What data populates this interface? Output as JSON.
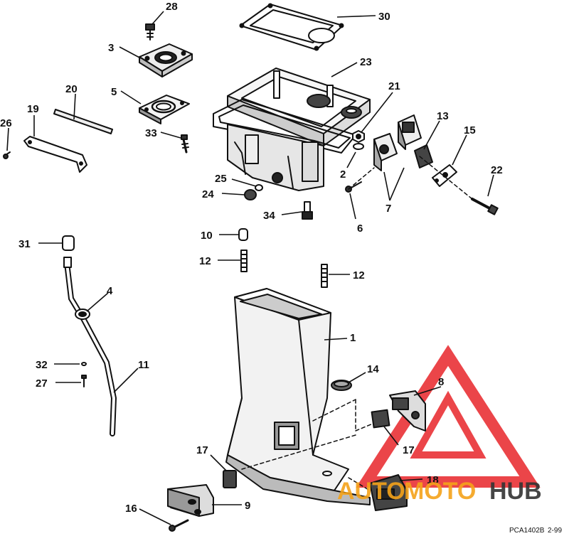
{
  "figure_code": "PCA1402B",
  "figure_rev": "2-99",
  "parts": [
    {
      "id": "p28",
      "label": "28",
      "part": "screw"
    },
    {
      "id": "p30",
      "label": "30",
      "part": "gasket"
    },
    {
      "id": "p3",
      "label": "3",
      "part": "plate"
    },
    {
      "id": "p23",
      "label": "23",
      "part": "adapter"
    },
    {
      "id": "p20",
      "label": "20",
      "part": "rod"
    },
    {
      "id": "p21",
      "label": "21",
      "part": "nut"
    },
    {
      "id": "p5",
      "label": "5",
      "part": "gasket"
    },
    {
      "id": "p19",
      "label": "19",
      "part": "bracket"
    },
    {
      "id": "p26",
      "label": "26",
      "part": "screw"
    },
    {
      "id": "p13",
      "label": "13",
      "part": "mount"
    },
    {
      "id": "p15",
      "label": "15",
      "part": "plate"
    },
    {
      "id": "p33",
      "label": "33",
      "part": "screw"
    },
    {
      "id": "p2",
      "label": "2",
      "part": "washer"
    },
    {
      "id": "p22",
      "label": "22",
      "part": "bolt"
    },
    {
      "id": "p25",
      "label": "25",
      "part": "plug"
    },
    {
      "id": "p24",
      "label": "24",
      "part": "plug"
    },
    {
      "id": "p7",
      "label": "7",
      "part": "mount"
    },
    {
      "id": "p34",
      "label": "34",
      "part": "fitting"
    },
    {
      "id": "p6",
      "label": "6",
      "part": "screw"
    },
    {
      "id": "p10",
      "label": "10",
      "part": "dowel"
    },
    {
      "id": "p12a",
      "label": "12",
      "part": "stud"
    },
    {
      "id": "p12b",
      "label": "12",
      "part": "stud"
    },
    {
      "id": "p31",
      "label": "31",
      "part": "cap"
    },
    {
      "id": "p4",
      "label": "4",
      "part": "grommet"
    },
    {
      "id": "p1",
      "label": "1",
      "part": "exhaust-housing"
    },
    {
      "id": "p32",
      "label": "32",
      "part": "o-ring"
    },
    {
      "id": "p11",
      "label": "11",
      "part": "water-tube"
    },
    {
      "id": "p14",
      "label": "14",
      "part": "grommet"
    },
    {
      "id": "p27",
      "label": "27",
      "part": "screw"
    },
    {
      "id": "p8",
      "label": "8",
      "part": "mount"
    },
    {
      "id": "p17a",
      "label": "17",
      "part": "mount-insert"
    },
    {
      "id": "p17b",
      "label": "17",
      "part": "mount-insert"
    },
    {
      "id": "p18",
      "label": "18",
      "part": "mount"
    },
    {
      "id": "p9",
      "label": "9",
      "part": "clamp"
    },
    {
      "id": "p16",
      "label": "16",
      "part": "screw"
    }
  ],
  "watermark": {
    "brand_left": "AUTO",
    "brand_mid": "MOTO",
    "brand_right": "HUB",
    "color_red": "#e8252a",
    "color_orange": "#f5a31a",
    "color_dark": "#333333"
  }
}
